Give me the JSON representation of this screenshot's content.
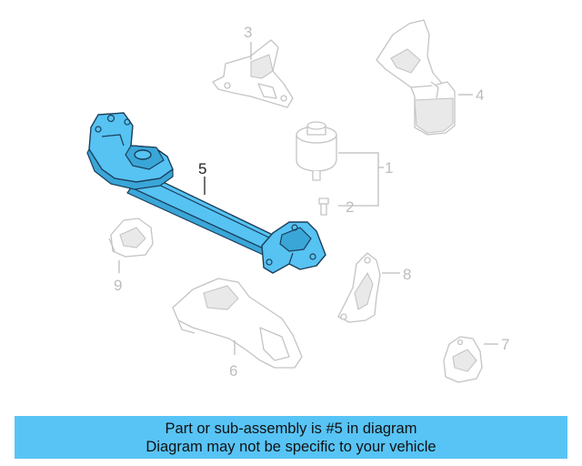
{
  "callouts": {
    "c1": "1",
    "c2": "2",
    "c3": "3",
    "c4": "4",
    "c5": "5",
    "c6": "6",
    "c7": "7",
    "c8": "8",
    "c9": "9"
  },
  "highlighted_part": "5",
  "colors": {
    "highlight": "#56c3f3",
    "banner": "#58c4f6",
    "outline": "#c4c4c4"
  },
  "banner": {
    "line1": "Part or sub-assembly is #5 in diagram",
    "line2": "Diagram may not be specific to your vehicle"
  }
}
